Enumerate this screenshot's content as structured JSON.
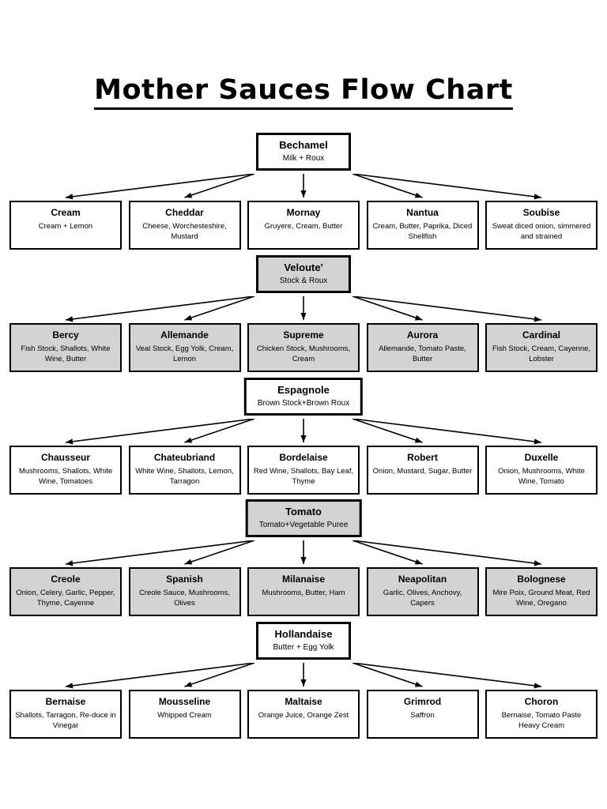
{
  "page": {
    "title": "Mother Sauces Flow Chart",
    "colors": {
      "shaded_fill": "#d3d3d3",
      "plain_fill": "#ffffff",
      "border": "#000000",
      "text": "#000000"
    }
  },
  "chart_data": {
    "type": "diagram",
    "title": "Mother Sauces Flow Chart",
    "layout": "five parent mother-sauce boxes, each with five derivative child boxes fanned out below via arrows",
    "sections": [
      {
        "id": "bechamel",
        "parent": {
          "name": "Bechamel",
          "base": "Milk + Roux",
          "shaded": false
        },
        "children": [
          {
            "name": "Cream",
            "ingredients": "Cream + Lemon",
            "shaded": false
          },
          {
            "name": "Cheddar",
            "ingredients": "Cheese, Worchesteshire, Mustard",
            "shaded": false
          },
          {
            "name": "Mornay",
            "ingredients": "Gruyere, Cream, Butter",
            "shaded": false
          },
          {
            "name": "Nantua",
            "ingredients": "Cream, Butter, Paprika, Diced Shellfish",
            "shaded": false
          },
          {
            "name": "Soubise",
            "ingredients": "Sweat diced onion, simmered and strained",
            "shaded": false
          }
        ]
      },
      {
        "id": "veloute",
        "parent": {
          "name": "Veloute'",
          "base": "Stock & Roux",
          "shaded": true
        },
        "children": [
          {
            "name": "Bercy",
            "ingredients": "Fish Stock, Shallots, White Wine, Butter",
            "shaded": true
          },
          {
            "name": "Allemande",
            "ingredients": "Veal Stock, Egg Yolk, Cream, Lemon",
            "shaded": true
          },
          {
            "name": "Supreme",
            "ingredients": "Chicken Stock, Mushrooms, Cream",
            "shaded": true
          },
          {
            "name": "Aurora",
            "ingredients": "Allemande, Tomato Paste, Butter",
            "shaded": true
          },
          {
            "name": "Cardinal",
            "ingredients": "Fish Stock, Cream, Cayenne, Lobster",
            "shaded": true
          }
        ]
      },
      {
        "id": "espagnole",
        "parent": {
          "name": "Espagnole",
          "base": "Brown Stock+Brown Roux",
          "shaded": false
        },
        "children": [
          {
            "name": "Chausseur",
            "ingredients": "Mushrooms, Shallots, White Wine, Tomatoes",
            "shaded": false
          },
          {
            "name": "Chateubriand",
            "ingredients": "White Wine, Shallots, Lemon, Tarragon",
            "shaded": false
          },
          {
            "name": "Bordelaise",
            "ingredients": "Red Wine, Shallots, Bay Leaf, Thyme",
            "shaded": false
          },
          {
            "name": "Robert",
            "ingredients": "Onion, Mustard, Sugar, Butter",
            "shaded": false
          },
          {
            "name": "Duxelle",
            "ingredients": "Onion, Mushrooms, White Wine, Tomato",
            "shaded": false
          }
        ]
      },
      {
        "id": "tomato",
        "parent": {
          "name": "Tomato",
          "base": "Tomato+Vegetable Puree",
          "shaded": true
        },
        "children": [
          {
            "name": "Creole",
            "ingredients": "Onion, Celery, Garlic, Pepper, Thyme, Cayenne",
            "shaded": true
          },
          {
            "name": "Spanish",
            "ingredients": "Creole Sauce, Mushrooms, Olives",
            "shaded": true
          },
          {
            "name": "Milanaise",
            "ingredients": "Mushrooms, Butter, Ham",
            "shaded": true
          },
          {
            "name": "Neapolitan",
            "ingredients": "Garlic, Olives, Anchovy, Capers",
            "shaded": true
          },
          {
            "name": "Bolognese",
            "ingredients": "Mire Poix, Ground Meat, Red Wine, Oregano",
            "shaded": true
          }
        ]
      },
      {
        "id": "hollandaise",
        "parent": {
          "name": "Hollandaise",
          "base": "Butter + Egg Yolk",
          "shaded": false
        },
        "children": [
          {
            "name": "Bernaise",
            "ingredients": "Shallots, Tarragon, Re-duce in Vinegar",
            "shaded": false
          },
          {
            "name": "Mousseline",
            "ingredients": "Whipped Cream",
            "shaded": false
          },
          {
            "name": "Maltaise",
            "ingredients": "Orange Juice, Orange Zest",
            "shaded": false
          },
          {
            "name": "Grimrod",
            "ingredients": "Saffron",
            "shaded": false
          },
          {
            "name": "Choron",
            "ingredients": "Bernaise, Tomato Paste Heavy Cream",
            "shaded": false
          }
        ]
      }
    ]
  }
}
